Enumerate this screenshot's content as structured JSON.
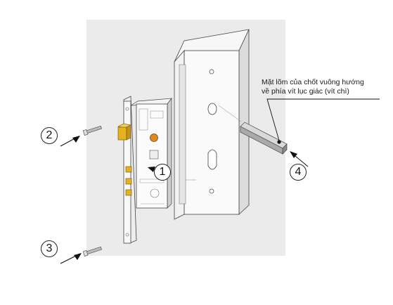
{
  "callout": {
    "line1": "Mặt lõm của chốt vuông hướng",
    "line2": "về phía vít lục giác (vít chì)"
  },
  "markers": [
    "1",
    "2",
    "3",
    "4"
  ],
  "colors": {
    "background_panel": "#ebebeb",
    "latch_brass": "#e6b21f",
    "knob_orange": "#e08a1e",
    "line": "#333333"
  }
}
